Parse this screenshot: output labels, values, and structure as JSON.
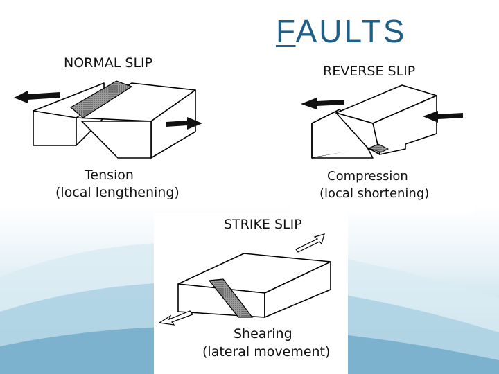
{
  "slide": {
    "title_first": "F",
    "title_rest": "AULTS"
  },
  "normal": {
    "heading": "NORMAL SLIP",
    "caption1": "Tension",
    "caption2": "(local lengthening)"
  },
  "reverse": {
    "heading": "REVERSE SLIP",
    "caption1": "Compression",
    "caption2": "(local shortening)"
  },
  "strike": {
    "heading": "STRIKE SLIP",
    "caption1": "Shearing",
    "caption2": "(lateral movement)"
  },
  "colors": {
    "title": "#1f5f86",
    "accent_wave": "#8fc1d8"
  }
}
